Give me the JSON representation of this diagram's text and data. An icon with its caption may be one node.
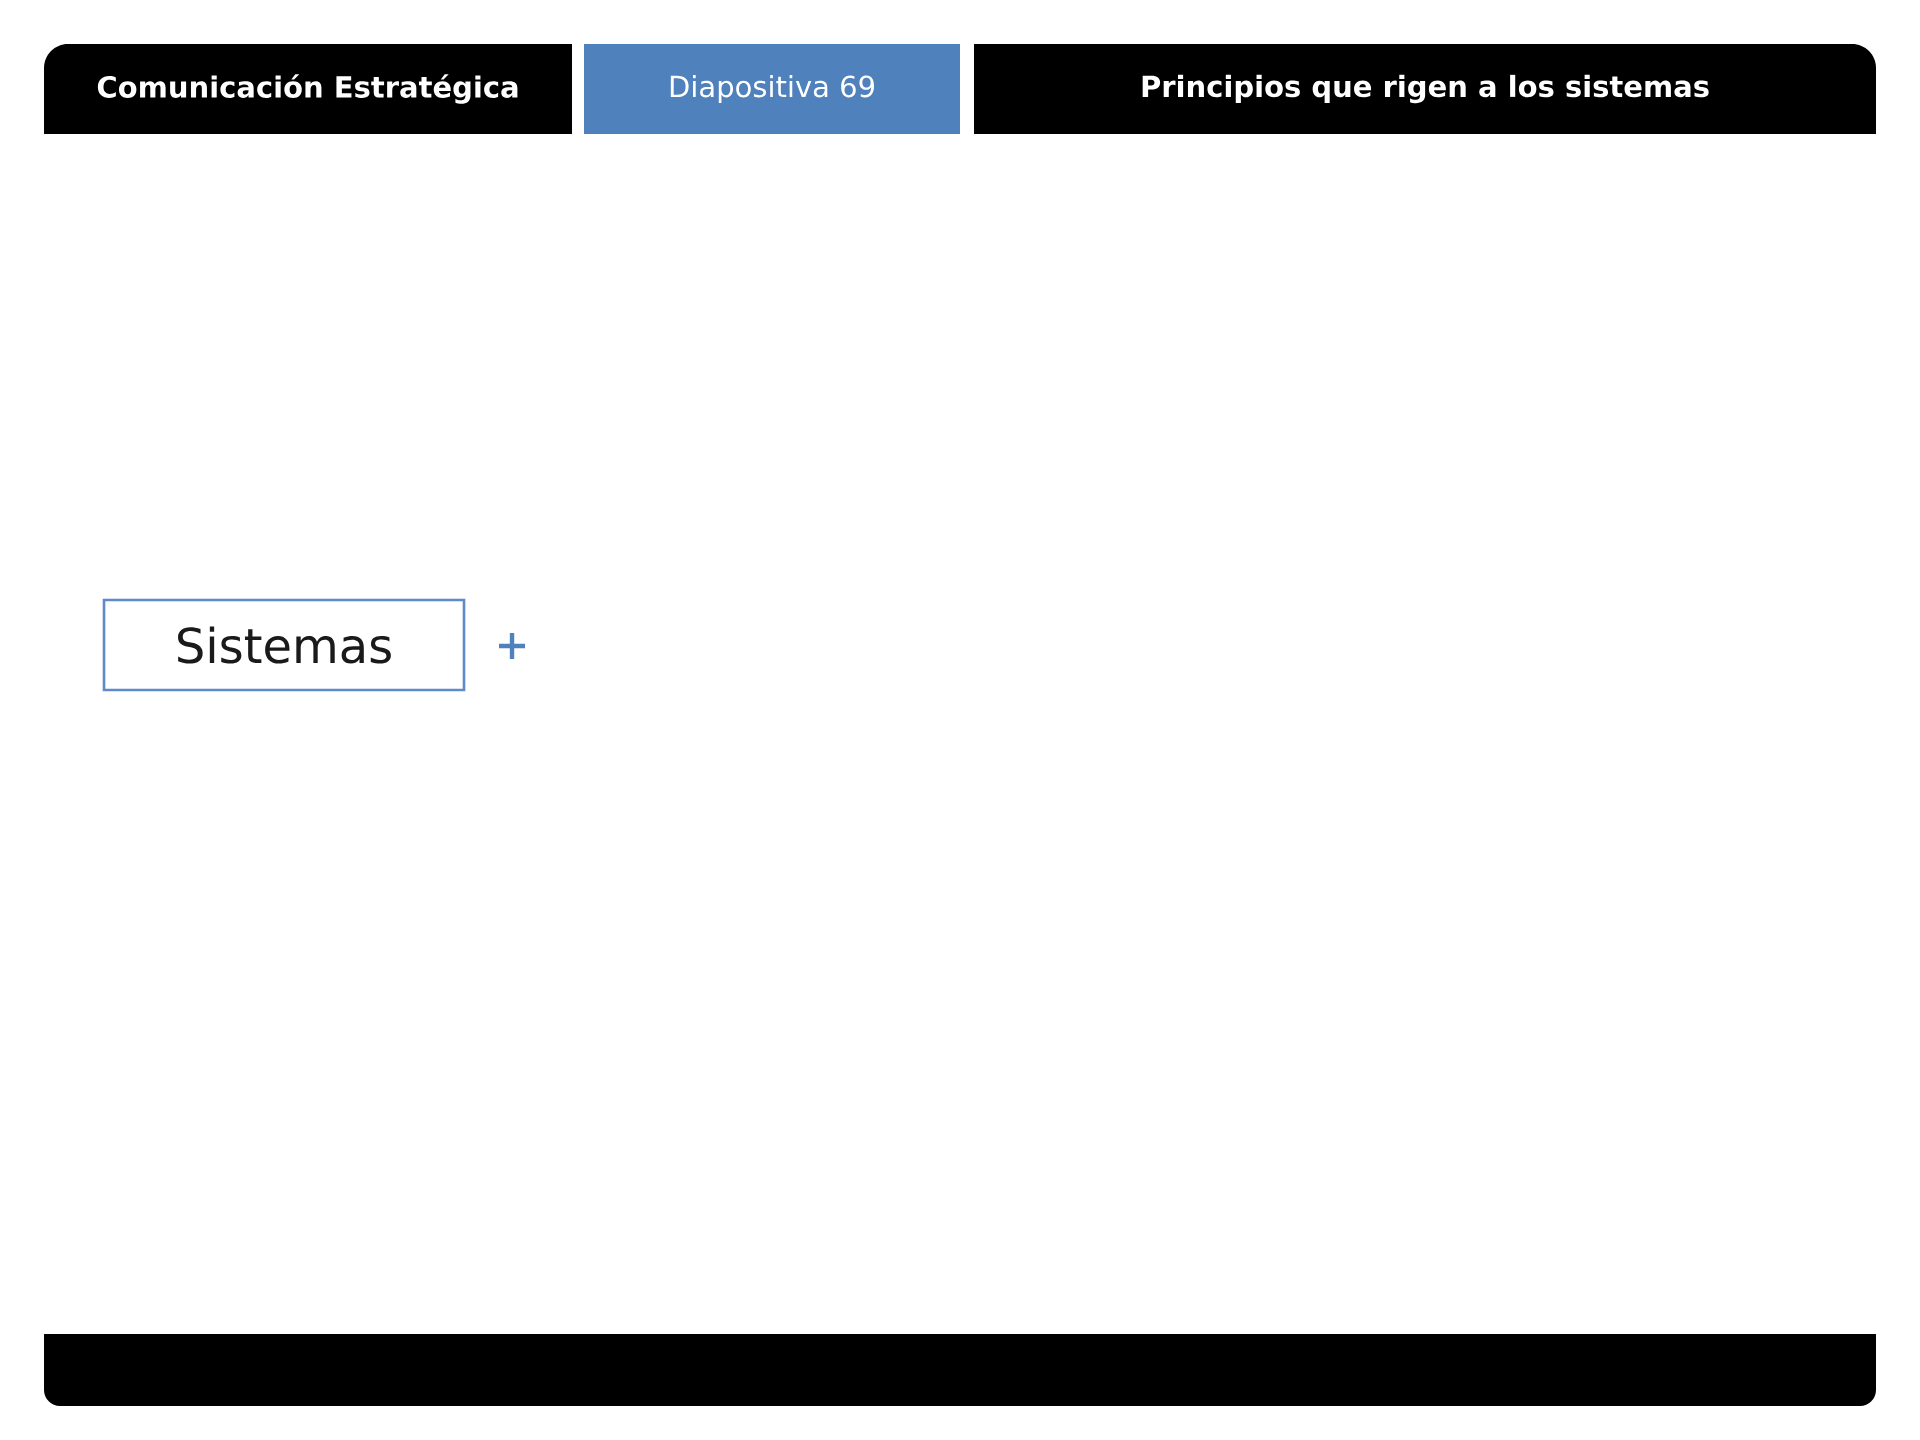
{
  "diagram": {
    "nodes": [
      {
        "text": [
          "Comunicación Estratégica"
        ]
      },
      {
        "text": [
          "Diapositiva 69"
        ]
      },
      {
        "text": [
          "Principios que rigen a los sistemas"
        ]
      },
      {
        "text": [
          "Sistemas"
        ]
      }
    ]
  }
}
